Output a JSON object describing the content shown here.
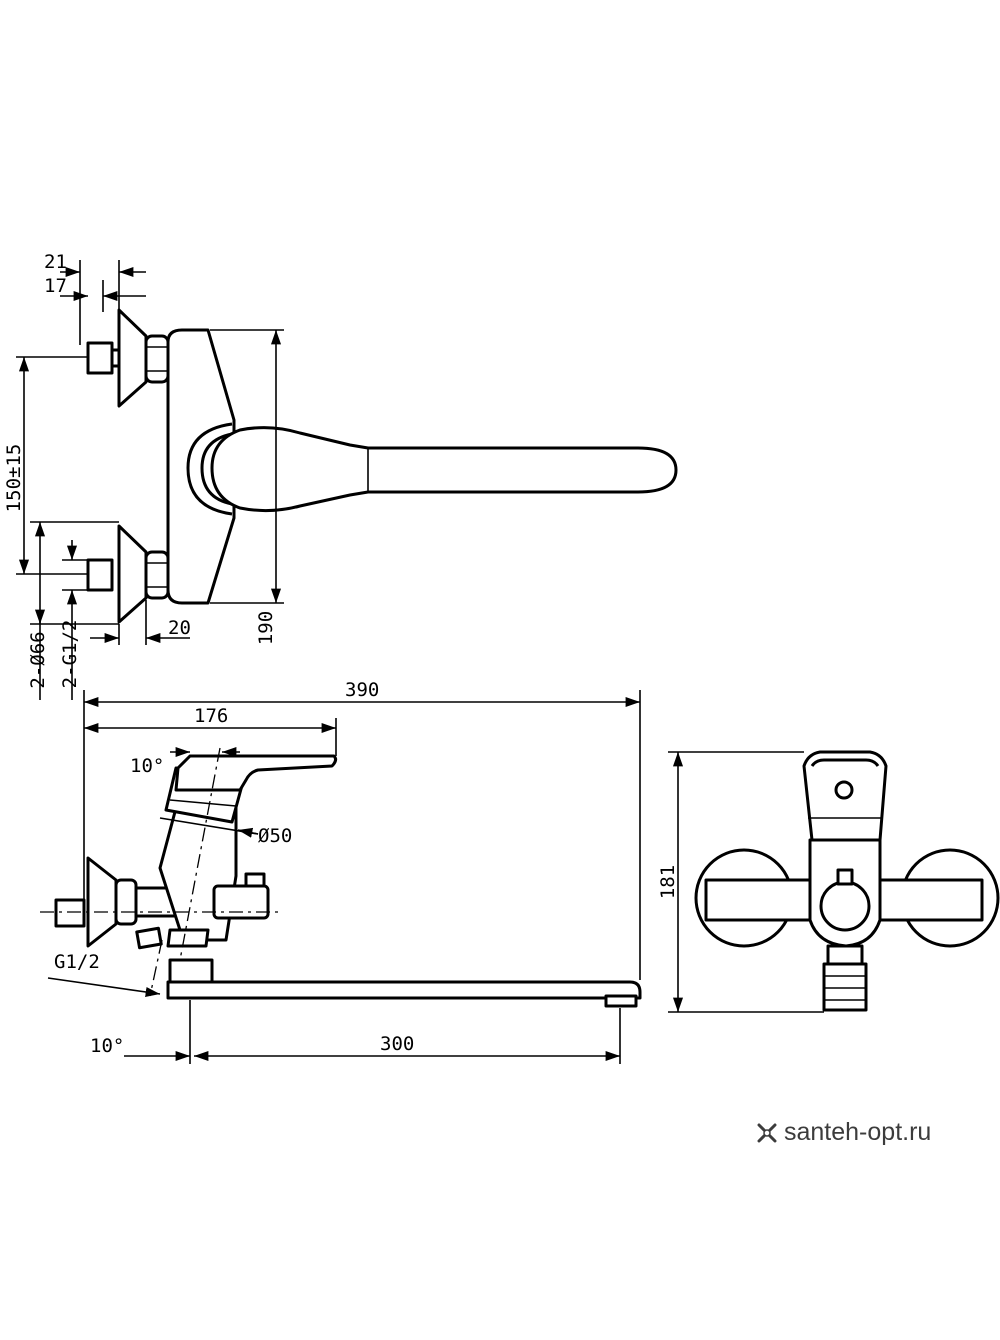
{
  "dimensions": {
    "d21": "21",
    "d17": "17",
    "d150": "150±15",
    "d20": "20",
    "d190": "190",
    "d66": "2-Ø66",
    "dg12pair": "2-G1/2",
    "d390": "390",
    "d176": "176",
    "d10top": "10°",
    "d50": "Ø50",
    "dg12": "G1/2",
    "d10bottom": "10°",
    "d300": "300",
    "d181": "181"
  },
  "watermark": {
    "text": "santeh-opt.ru",
    "icon": "cross-x-icon",
    "color": "#3c3c3c"
  }
}
